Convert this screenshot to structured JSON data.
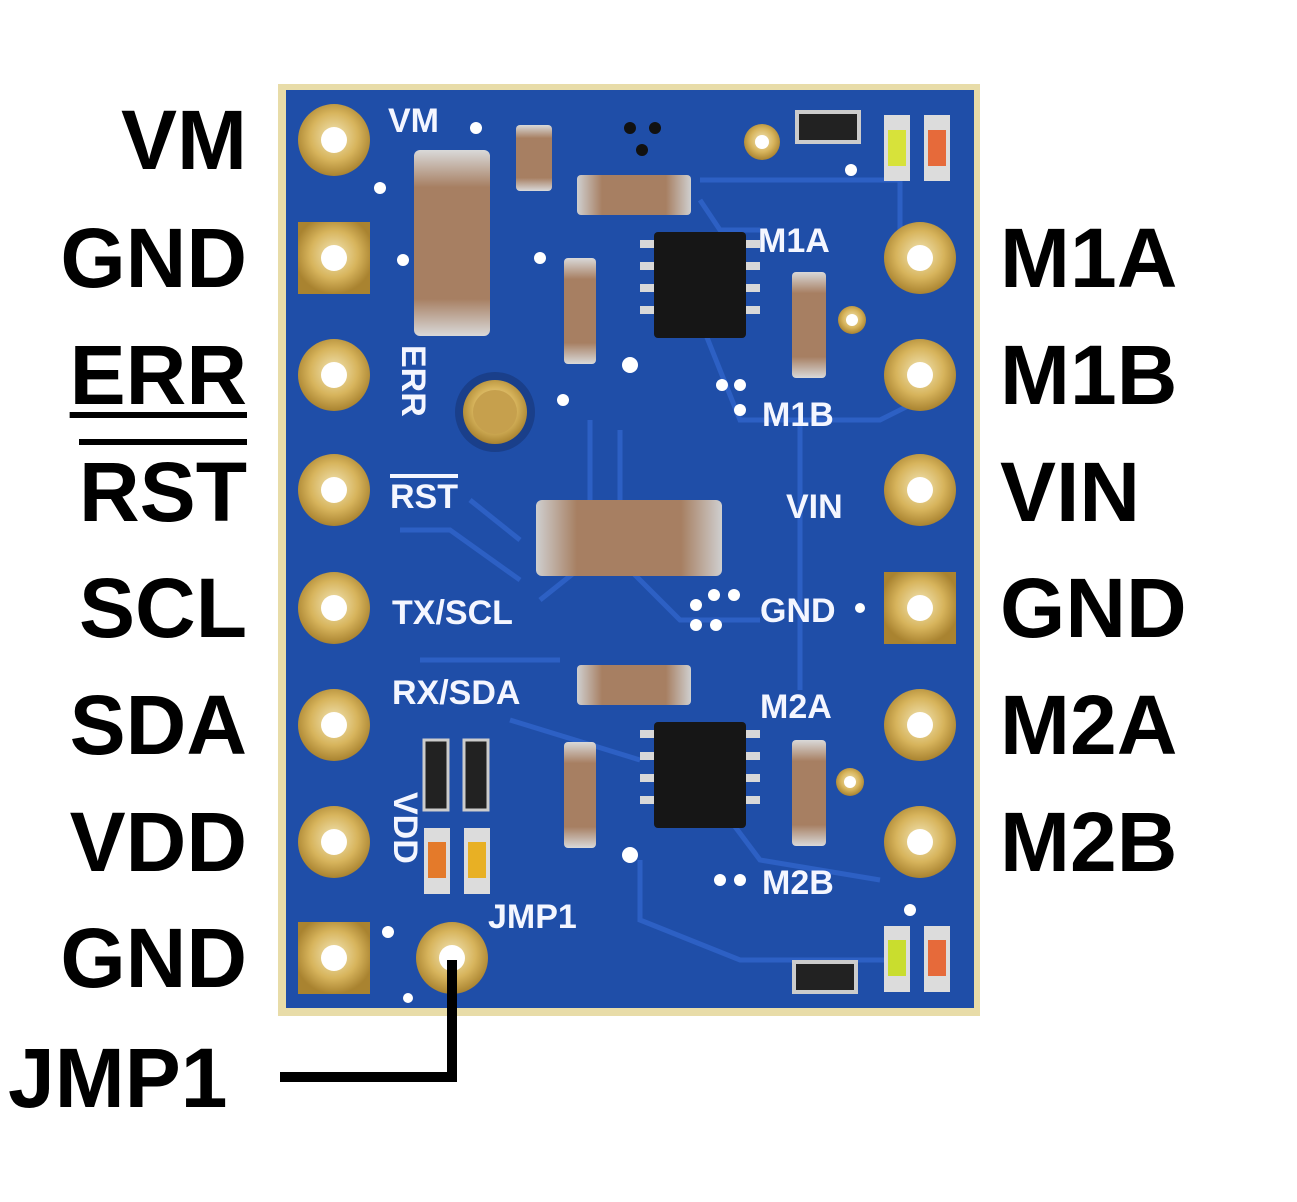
{
  "pins_left": [
    "VM",
    "GND",
    "ERR",
    "RST",
    "SCL",
    "SDA",
    "VDD",
    "GND"
  ],
  "pins_right": [
    "M1A",
    "M1B",
    "VIN",
    "GND",
    "M2A",
    "M2B"
  ],
  "jumper_label": "JMP1",
  "silkscreen": {
    "vm": "VM",
    "err": "ERR",
    "rst": "RST",
    "tx_scl": "TX/SCL",
    "rx_sda": "RX/SDA",
    "vdd": "VDD",
    "jmp1": "JMP1",
    "m1a": "M1A",
    "m1b": "M1B",
    "vin": "VIN",
    "gnd": "GND",
    "m2a": "M2A",
    "m2b": "M2B"
  },
  "colors": {
    "board": "#1f4ea8",
    "pad": "#c9a24a",
    "label": "#000000",
    "silk": "#f4f6ff"
  }
}
